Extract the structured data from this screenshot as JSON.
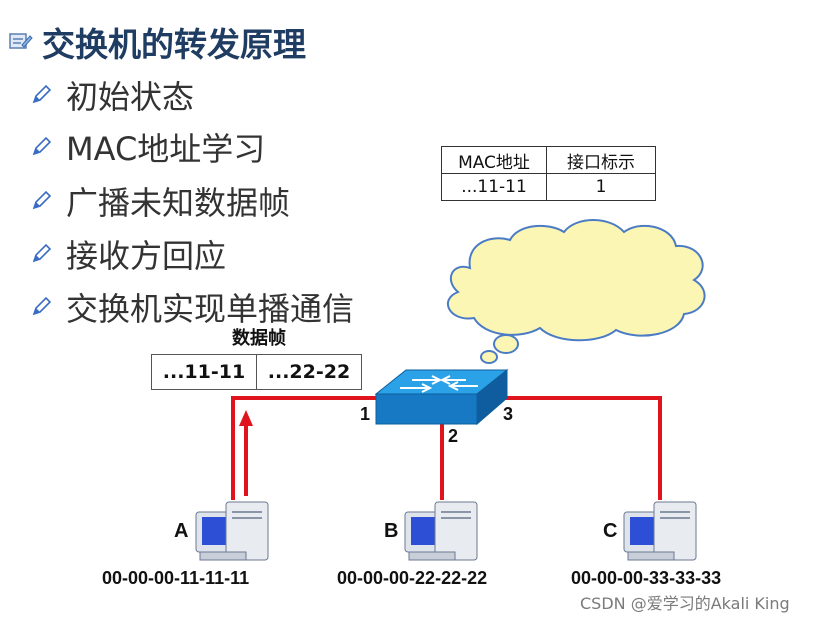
{
  "title": "交换机的转发原理",
  "bullets": [
    "初始状态",
    "MAC地址学习",
    "广播未知数据帧",
    "接收方回应",
    "交换机实现单播通信"
  ],
  "mac_table": {
    "headers": [
      "MAC地址",
      "接口标示"
    ],
    "rows": [
      [
        "...11-11",
        "1"
      ]
    ]
  },
  "frame": {
    "caption": "数据帧",
    "fields": [
      "...11-11",
      "...22-22"
    ]
  },
  "ports": [
    "1",
    "2",
    "3"
  ],
  "hosts": [
    {
      "name": "A",
      "mac": "00-00-00-11-11-11"
    },
    {
      "name": "B",
      "mac": "00-00-00-22-22-22"
    },
    {
      "name": "C",
      "mac": "00-00-00-33-33-33"
    }
  ],
  "watermark": "CSDN @爱学习的Akali King",
  "colors": {
    "title": "#1f3c63",
    "link": "#e0141c",
    "cloud": "#fbf6b4",
    "switch": "#1f8fd6"
  }
}
